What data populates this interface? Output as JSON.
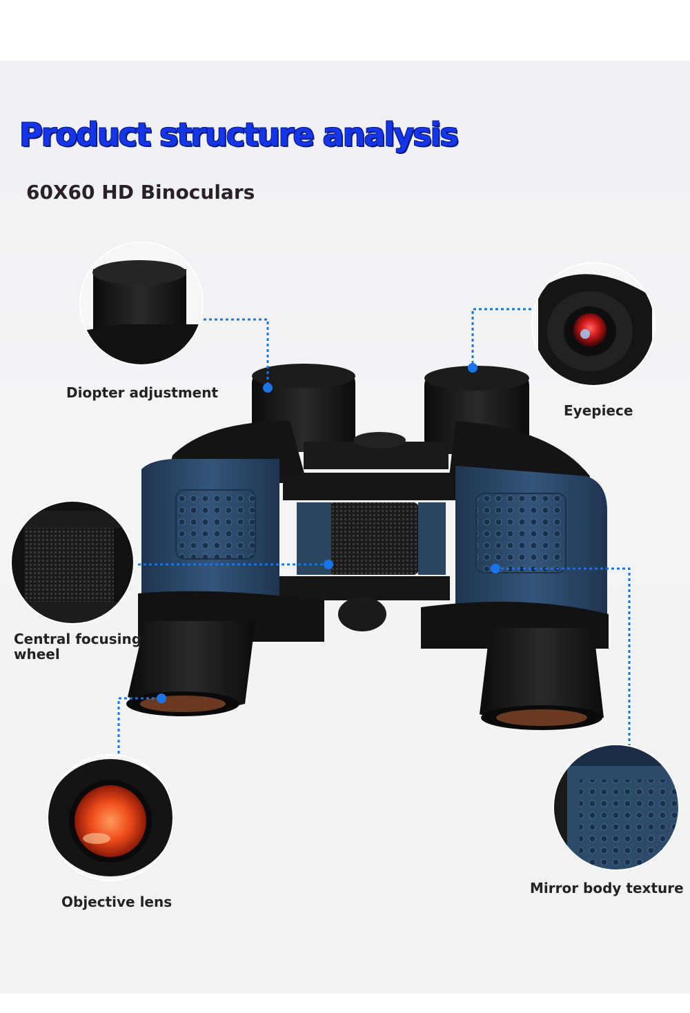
{
  "header": {
    "title": "Product structure analysis",
    "subtitle": "60X60 HD Binoculars"
  },
  "callouts": {
    "diopter": "Diopter adjustment",
    "eyepiece": "Eyepiece",
    "focus_line1": "Central focusing",
    "focus_line2": "wheel",
    "objective": "Objective lens",
    "texture": "Mirror body texture"
  },
  "colors": {
    "title": "#1535e8",
    "body_blue": "#2d4a6b",
    "leader_line": "#1a73e8"
  }
}
